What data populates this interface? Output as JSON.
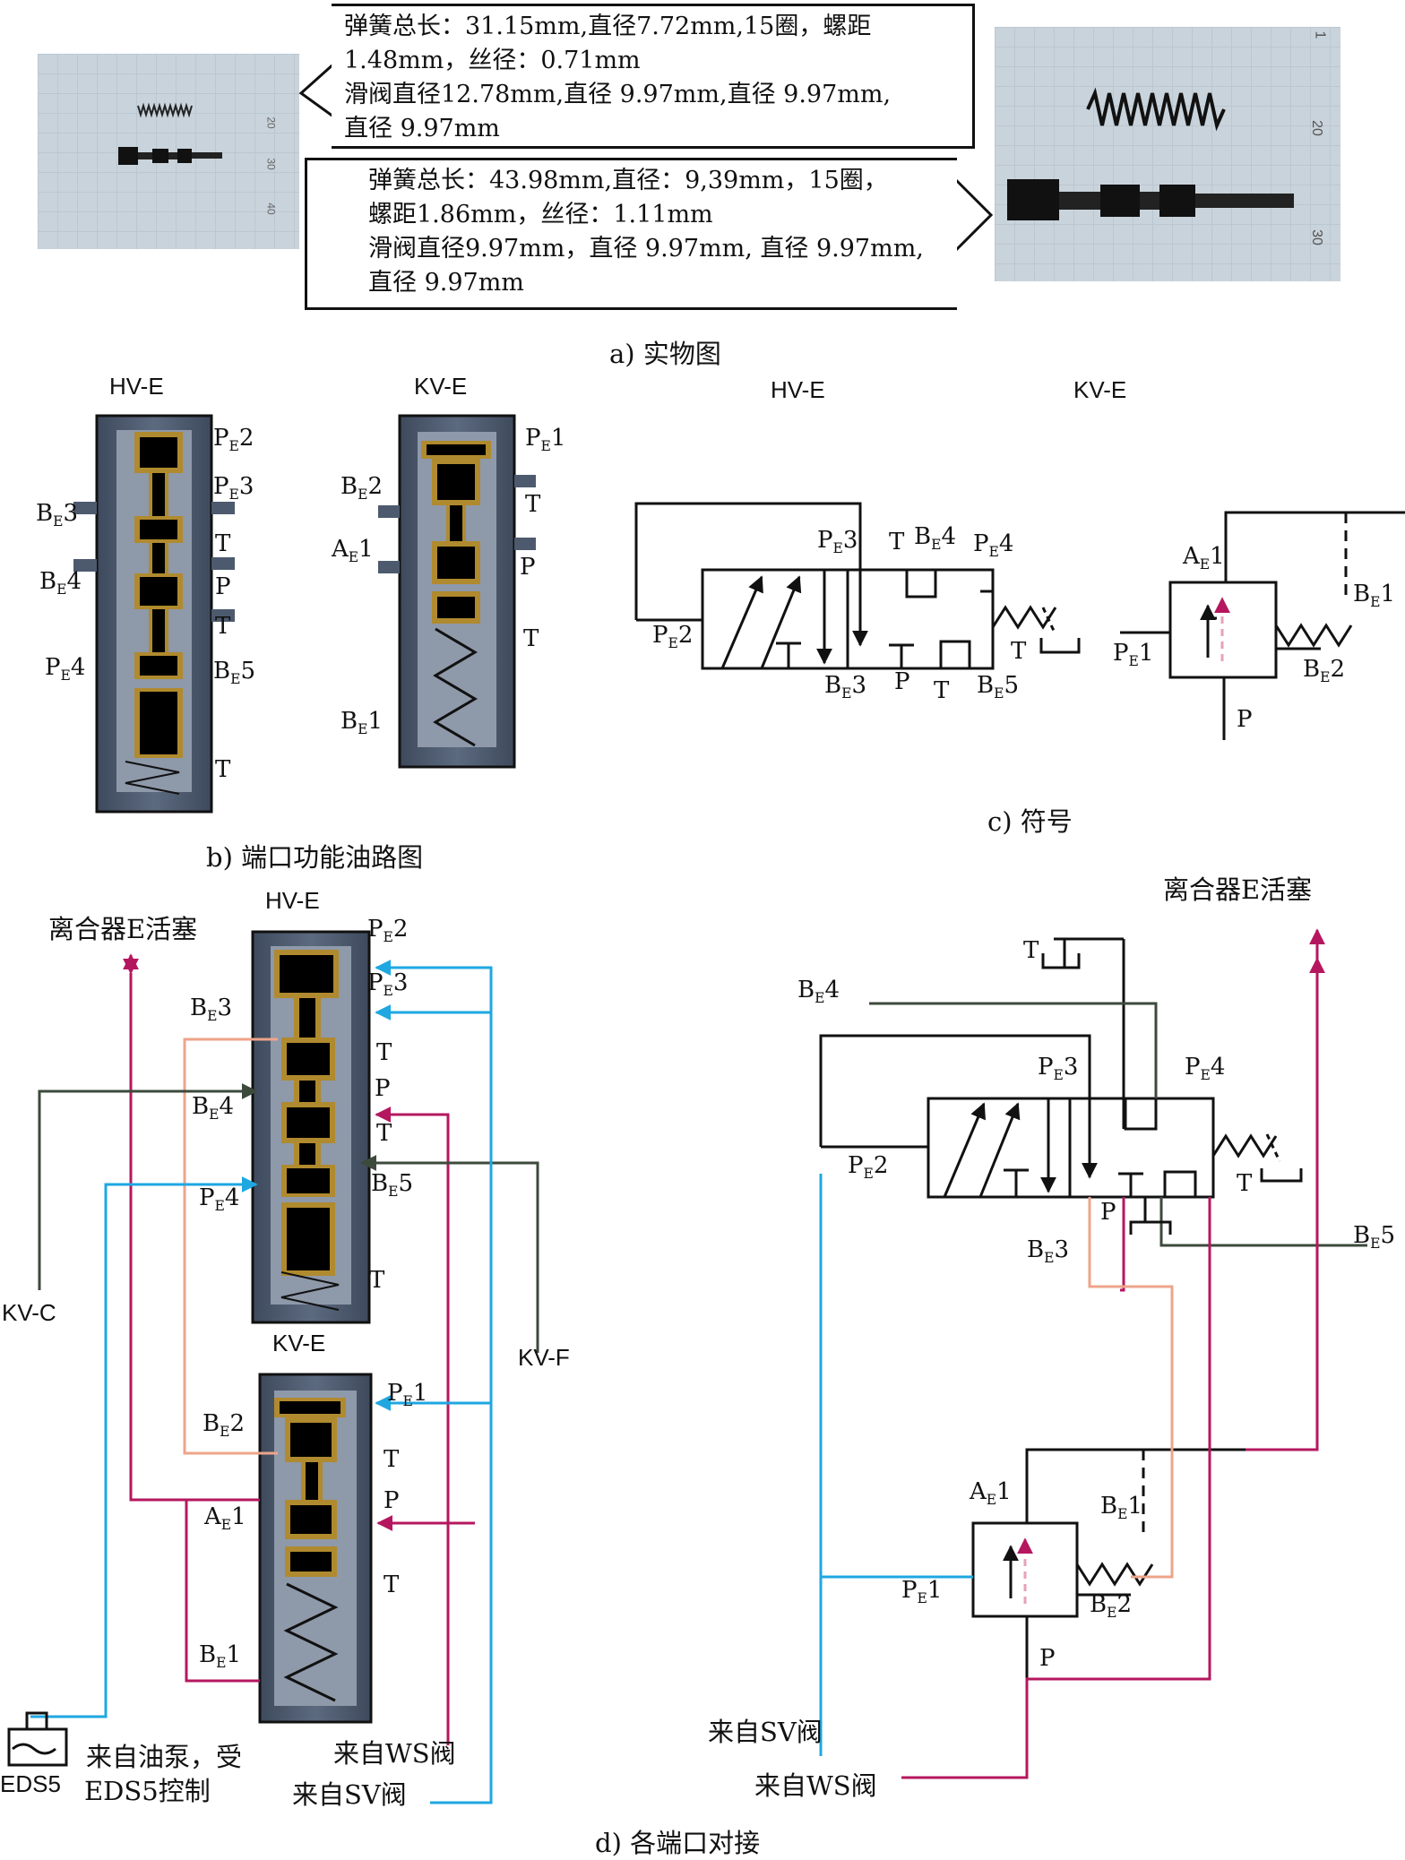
{
  "section_a": {
    "caption": "a) 实物图",
    "callout_small": [
      "弹簧总长：31.15mm,直径7.72mm,15圈，螺距",
      "1.48mm，丝径：0.71mm",
      "滑阀直径12.78mm,直径 9.97mm,直径 9.97mm,",
      "直径 9.97mm"
    ],
    "callout_large": [
      "弹簧总长：43.98mm,直径：9,39mm，15圈，",
      "螺距1.86mm，丝径：1.11mm",
      "滑阀直径9.97mm，直径 9.97mm, 直径 9.97mm,",
      "直径 9.97mm"
    ],
    "ruler_left": [
      "20",
      "30",
      "40"
    ],
    "ruler_right": [
      "1",
      "20",
      "30"
    ]
  },
  "section_b": {
    "caption": "b) 端口功能油路图",
    "hv_title": "HV-E",
    "kv_title": "KV-E",
    "hv_ports": [
      "PE2",
      "PE3",
      "BE3",
      "T",
      "BE4",
      "P",
      "T",
      "PE4",
      "BE5",
      "T"
    ],
    "kv_ports": [
      "PE1",
      "BE2",
      "T",
      "AE1",
      "P",
      "T",
      "BE1"
    ]
  },
  "section_c": {
    "caption": "c) 符号",
    "hv_title": "HV-E",
    "kv_title": "KV-E",
    "hv_labels": [
      "PE3",
      "T",
      "BE4",
      "PE4",
      "PE2",
      "BE3",
      "P",
      "T",
      "BE5",
      "T"
    ],
    "kv_labels": [
      "AE1",
      "BE1",
      "PE1",
      "BE2",
      "P"
    ]
  },
  "section_d": {
    "caption": "d) 各端口对接",
    "clutch_left": "离合器E活塞",
    "clutch_right": "离合器E活塞",
    "hv_title": "HV-E",
    "kv_title": "KV-E",
    "kv_c": "KV-C",
    "kv_f": "KV-F",
    "eds5": "EDS5",
    "pump": [
      "来自油泵，受",
      "EDS5控制"
    ],
    "from_ws": "来自WS阀",
    "from_sv": "来自SV阀",
    "left_ports": [
      "PE2",
      "PE3",
      "BE3",
      "T",
      "BE4",
      "P",
      "T",
      "PE4",
      "BE5",
      "T",
      "PE1",
      "BE2",
      "T",
      "AE1",
      "P",
      "T",
      "BE1"
    ],
    "right_labels": [
      "T",
      "BE4",
      "PE3",
      "PE4",
      "PE2",
      "T",
      "P",
      "BE5",
      "BE3",
      "AE1",
      "BE1",
      "PE1",
      "BE2",
      "P"
    ]
  },
  "colors": {
    "magenta": "#b5175f",
    "cyan": "#1ea7e1",
    "salmon": "#eea48a",
    "olive": "#3c4a3c",
    "valve_body": "#4d5a6e",
    "spool": "#b08a2e"
  }
}
